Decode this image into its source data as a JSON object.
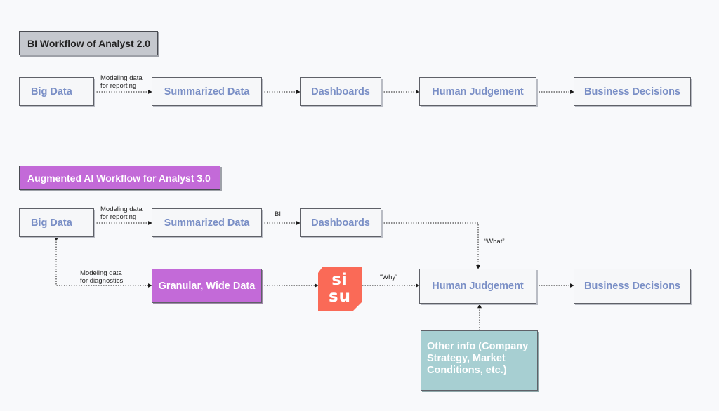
{
  "section1": {
    "title": "BI Workflow of Analyst 2.0",
    "nodes": {
      "big_data": "Big Data",
      "summarized_data": "Summarized Data",
      "dashboards": "Dashboards",
      "human_judgement": "Human Judgement",
      "business_decisions": "Business Decisions"
    },
    "edge_labels": {
      "modeling_reporting_1": "Modeling data",
      "modeling_reporting_2": "for reporting"
    }
  },
  "section2": {
    "title": "Augmented AI Workflow for Analyst 3.0",
    "nodes": {
      "big_data": "Big Data",
      "summarized_data": "Summarized Data",
      "dashboards": "Dashboards",
      "granular_data": "Granular, Wide Data",
      "human_judgement": "Human Judgement",
      "business_decisions": "Business Decisions",
      "other_info": "Other info (Company Strategy, Market Conditions, etc.)"
    },
    "edge_labels": {
      "modeling_reporting_1": "Modeling data",
      "modeling_reporting_2": "for reporting",
      "bi": "BI",
      "what": "“What”",
      "modeling_diagnostics_1": "Modeling data",
      "modeling_diagnostics_2": "for diagnostics",
      "why": "“Why”"
    },
    "logo": {
      "line1": "si",
      "line2": "su"
    }
  },
  "colors": {
    "background": "#f8f9fb",
    "node_fill": "#f6f7f9",
    "node_text": "#7a8fc6",
    "section1_tag": "#c5c8ce",
    "section2_tag": "#c36ad8",
    "granular_fill": "#c36ad8",
    "other_info_fill": "#a7cfd2",
    "sisu_logo": "#fa6a57"
  }
}
